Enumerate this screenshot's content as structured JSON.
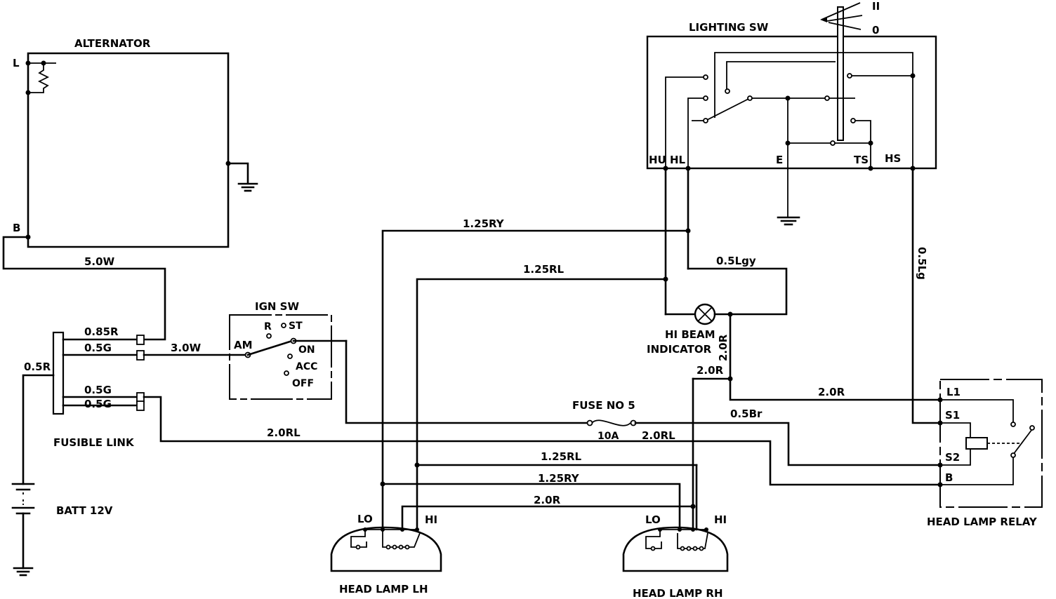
{
  "components": {
    "alternator": "ALTERNATOR",
    "lighting_sw": "LIGHTING SW",
    "ign_sw": "IGN SW",
    "fusible_link": "FUSIBLE LINK",
    "batt": "BATT 12V",
    "hi_beam_line1": "HI BEAM",
    "hi_beam_line2": "INDICATOR",
    "fuse": "FUSE NO 5",
    "fuse_rating": "10A",
    "head_lamp_lh": "HEAD LAMP LH",
    "head_lamp_rh": "HEAD LAMP RH",
    "head_lamp_relay": "HEAD LAMP RELAY"
  },
  "terminals": {
    "alt_l": "L",
    "alt_b": "B",
    "sw_hu": "HU",
    "sw_hl": "HL",
    "sw_e": "E",
    "sw_ts": "TS",
    "sw_hs": "HS",
    "sw_pos_2": "II",
    "sw_pos_0": "0",
    "ign_r": "R",
    "ign_st": "ST",
    "ign_am": "AM",
    "ign_on": "ON",
    "ign_acc": "ACC",
    "ign_off": "OFF",
    "lh_lo": "LO",
    "lh_hi": "HI",
    "rh_lo": "LO",
    "rh_hi": "HI",
    "relay_l1": "L1",
    "relay_s1": "S1",
    "relay_s2": "S2",
    "relay_b": "B"
  },
  "wires": {
    "w_5_0w": "5.0W",
    "w_0_85r": "0.85R",
    "w_0_5g_a": "0.5G",
    "w_3_0w": "3.0W",
    "w_0_5r": "0.5R",
    "w_0_5g_b": "0.5G",
    "w_0_5g_c": "0.5G",
    "w_1_25ry_top": "1.25RY",
    "w_1_25rl_top": "1.25RL",
    "w_0_5lgy": "0.5Lgy",
    "w_0_5lg": "0.5Lg",
    "w_2_0r_vert": "2.0R",
    "w_2_0r_a": "2.0R",
    "w_2_0r_b": "2.0R",
    "w_0_5br": "0.5Br",
    "w_2_0rl_a": "2.0RL",
    "w_2_0rl_b": "2.0RL",
    "w_1_25rl_low": "1.25RL",
    "w_1_25ry_low": "1.25RY",
    "w_2_0r_low": "2.0R"
  }
}
